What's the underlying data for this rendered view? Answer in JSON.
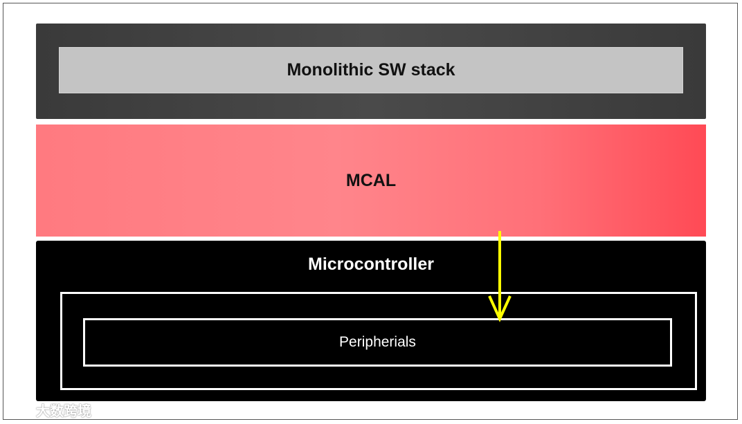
{
  "diagram": {
    "layers": {
      "stack": {
        "label": "Monolithic SW stack"
      },
      "mcal": {
        "label": "MCAL"
      },
      "microcontroller": {
        "label": "Microcontroller"
      },
      "peripherals": {
        "label": "Peripherials"
      }
    },
    "arrow": {
      "color": "#ffff00",
      "direction": "down"
    },
    "colors": {
      "stack_dark": "#3a3a3a",
      "stack_inner": "#c4c4c4",
      "mcal_light": "#ff858b",
      "mcal_dark": "#ff4a55",
      "microcontroller": "#000000"
    }
  },
  "watermark": {
    "text": "大数跨境",
    "icon": "logo-icon"
  }
}
